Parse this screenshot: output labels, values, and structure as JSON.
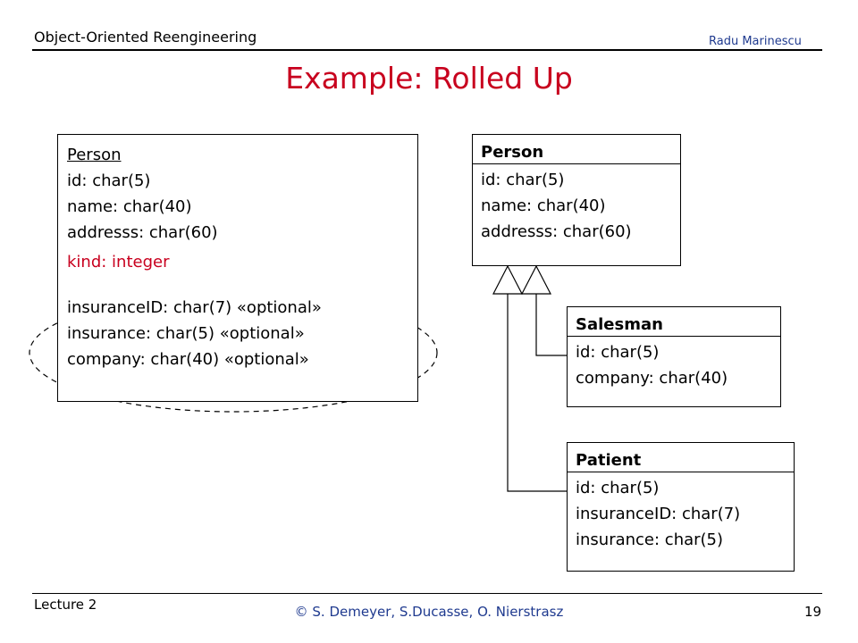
{
  "header": {
    "course": "Object-Oriented Reengineering",
    "author": "Radu Marinescu"
  },
  "slide": {
    "title": "Example: Rolled Up"
  },
  "flattened_table": {
    "name": "Person",
    "attributes": [
      "id: char(5)",
      "name: char(40)",
      "addresss: char(60)"
    ],
    "kind_attribute": "kind: integer",
    "optional_attributes": [
      "insuranceID: char(7) «optional»",
      "insurance: char(5) «optional»",
      "company: char(40) «optional»"
    ]
  },
  "hierarchy": {
    "superclass": {
      "name": "Person",
      "attributes": [
        "id: char(5)",
        "name: char(40)",
        "addresss: char(60)"
      ]
    },
    "salesman": {
      "name": "Salesman",
      "attributes": [
        "id: char(5)",
        "company: char(40)"
      ]
    },
    "patient": {
      "name": "Patient",
      "attributes": [
        "id: char(5)",
        "insuranceID: char(7)",
        "insurance: char(5)"
      ]
    }
  },
  "footer": {
    "lecture": "Lecture 2",
    "copyright": "© S. Demeyer, S.Ducasse, O. Nierstrasz",
    "page_number": "19"
  },
  "colors": {
    "title": "#c8001e",
    "accent_blue": "#1f3a8f",
    "highlight": "#c8001e"
  }
}
